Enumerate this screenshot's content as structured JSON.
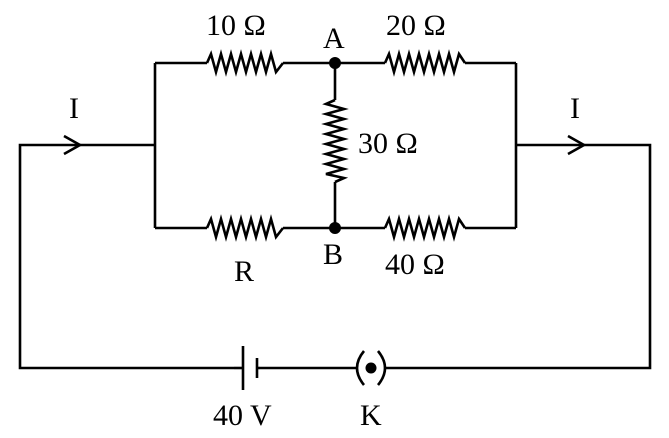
{
  "labels": {
    "r_top_left": "10 Ω",
    "r_top_right": "20 Ω",
    "r_bridge": "30 Ω",
    "r_bottom_left": "R",
    "r_bottom_right": "40 Ω",
    "node_a": "A",
    "node_b": "B",
    "current_in": "I",
    "current_out": "I",
    "battery": "40 V",
    "key": "K"
  }
}
